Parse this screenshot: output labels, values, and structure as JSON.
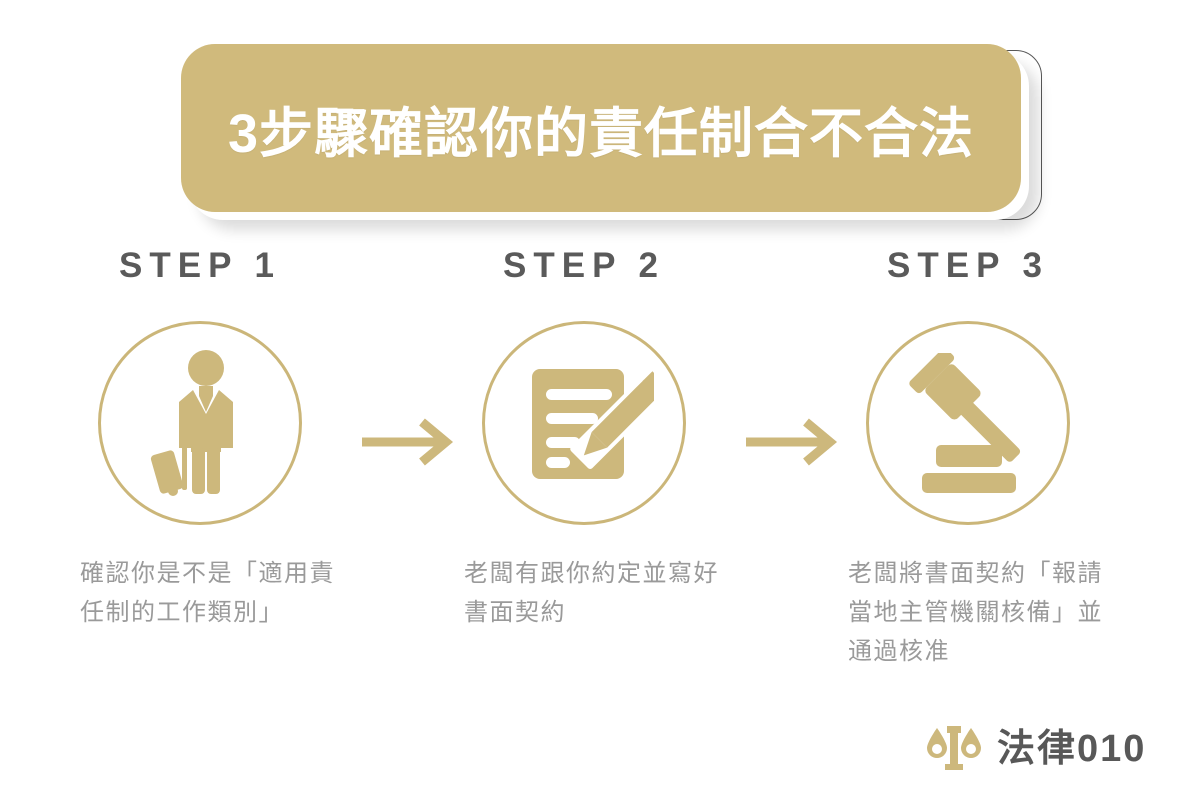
{
  "banner": {
    "title": "3步驟確認你的責任制合不合法",
    "fill_color": "#d0ba7c",
    "outline_color": "#585858",
    "title_color": "#ffffff"
  },
  "theme": {
    "gold": "#cbb679",
    "icon_gold": "#cdb87c",
    "label_gray": "#5a5a5a",
    "body_gray": "#9a9a9a",
    "background": "#ffffff"
  },
  "steps": [
    {
      "label": "STEP 1",
      "icon": "businessman-with-suitcase-icon",
      "description": "確認你是不是「適用責任制的工作類別」"
    },
    {
      "label": "STEP 2",
      "icon": "document-with-pencil-icon",
      "description": "老闆有跟你約定並寫好書面契約"
    },
    {
      "label": "STEP 3",
      "icon": "gavel-icon",
      "description": "老闆將書面契約「報請當地主管機關核備」並通過核准"
    }
  ],
  "arrows": [
    {
      "name": "arrow-step1-to-step2",
      "direction": "right"
    },
    {
      "name": "arrow-step2-to-step3",
      "direction": "right"
    }
  ],
  "logo": {
    "icon": "scales-of-justice-icon",
    "text": "法律010"
  }
}
